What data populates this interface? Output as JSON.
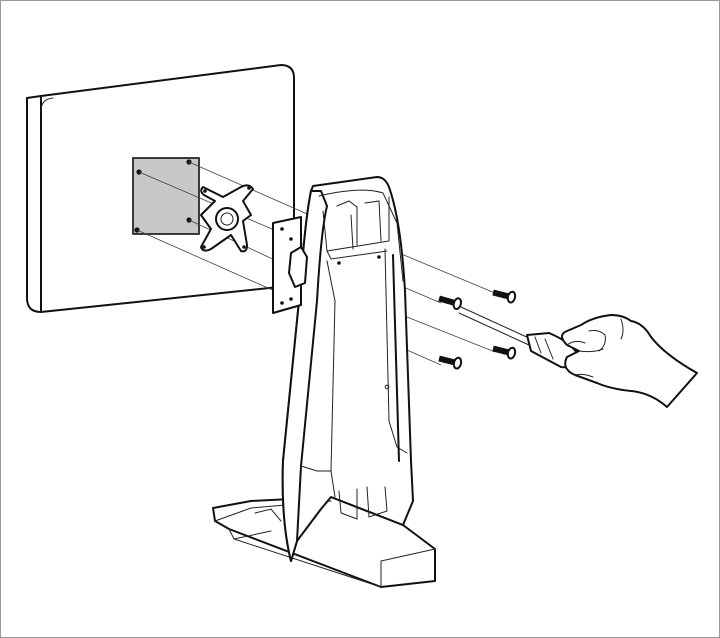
{
  "diagram": {
    "parts": [
      {
        "id": "monitor",
        "icon": "monitor-back-icon"
      },
      {
        "id": "vesa-plate",
        "icon": "vesa-mount-plate-icon",
        "fill": "#c8c8c8"
      },
      {
        "id": "adapter",
        "icon": "star-adapter-icon"
      },
      {
        "id": "stand",
        "icon": "monitor-stand-icon"
      },
      {
        "id": "screws",
        "icon": "screw-icon",
        "count": 4
      },
      {
        "id": "screwdriver",
        "icon": "screwdriver-icon"
      },
      {
        "id": "hand",
        "icon": "hand-icon"
      }
    ],
    "colors": {
      "line": "#111111",
      "plate": "#c8c8c8",
      "background": "#ffffff",
      "frame": "#9a9a9a"
    }
  }
}
